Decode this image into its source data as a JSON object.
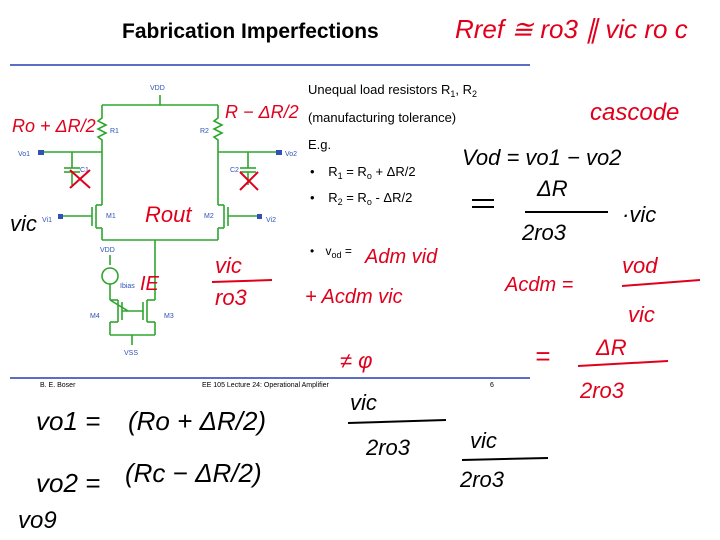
{
  "slide": {
    "title": "Fabrication Imperfections",
    "footer_author": "B. E. Boser",
    "footer_course": "EE 105 Lecture 24: Operational Amplifier",
    "page_number": "6"
  },
  "content": {
    "heading_line1": "Unequal load resistors R",
    "heading_r1_sub": "1",
    "heading_sep": ", R",
    "heading_r2_sub": "2",
    "heading_line2": "(manufacturing tolerance)",
    "eg": "E.g.",
    "bullet1_lhs": "R",
    "bullet1_sub": "1",
    "bullet1_rhs": " = R",
    "bullet1_o": "o",
    "bullet1_tail": " + ΔR/2",
    "bullet2_lhs": "R",
    "bullet2_sub": "2",
    "bullet2_rhs": " = R",
    "bullet2_o": "o",
    "bullet2_tail": " - ΔR/2",
    "bullet3_lhs": "v",
    "bullet3_sub": "od",
    "bullet3_rhs": " ="
  },
  "circuit": {
    "vdd": "VDD",
    "r1": "R1",
    "r2": "R2",
    "vo1": "Vo1",
    "vo2": "Vo2",
    "c1": "C1",
    "c2": "C2",
    "m1": "M1",
    "m2": "M2",
    "vi1": "Vi1",
    "vi2": "Vi2",
    "vdd2": "VDD",
    "ibias": "Ibias",
    "m3": "M3",
    "m4": "M4",
    "vss": "VSS"
  },
  "handwriting": {
    "top_right_1": "Rref ≅ ro3 ∥ vic ro c",
    "top_right_2": "cascode",
    "vod_eq": "Vod = vo1 − vo2",
    "vod_frac_num": "ΔR",
    "vod_frac_den": "2ro3",
    "vod_frac_tail": "·vic",
    "acdm_lhs": "Acdm =",
    "acdm_num": "vod",
    "acdm_den": "vic",
    "acdm_eq": "=",
    "acdm_num2": "ΔR",
    "acdm_den2": "2ro3",
    "r_plus": "Ro + ΔR/2",
    "r_minus": "R − ΔR/2",
    "vic_left": "vic",
    "rout": "Rout",
    "ie": "IE",
    "vic_ro3_num": "vic",
    "vic_ro3_den": "ro3",
    "vod_hw1": "Adm vid",
    "vod_hw2": "+ Acdm vic",
    "neq": "≠ φ",
    "vo1_lhs": "vo1 =",
    "vo1_paren": "(Ro + ΔR/2)",
    "vo1_frac_num": "vic",
    "vo1_frac_den": "2ro3",
    "vo2_lhs": "vo2 =",
    "vo2_paren": "(Rc − ΔR/2)",
    "vo2_frac_num": "vic",
    "vo2_frac_den": "2ro3",
    "vod_bottom": "vo9"
  },
  "colors": {
    "rule": "#5a6fc4",
    "circuit_green": "#2ea52e",
    "circuit_blue": "#2f52b8",
    "ink_red": "#e0001c",
    "ink_black": "#000000"
  }
}
